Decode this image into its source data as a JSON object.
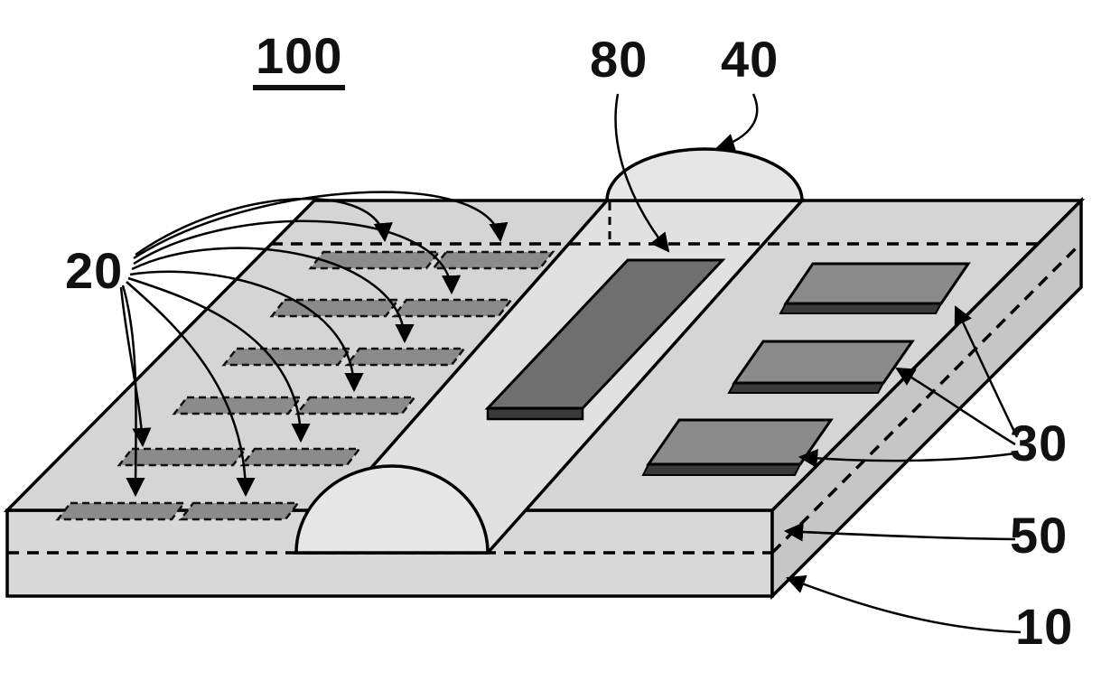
{
  "figure": {
    "labels": {
      "ref100": "100",
      "ref80": "80",
      "ref40": "40",
      "ref20": "20",
      "ref30": "30",
      "ref50": "50",
      "ref10": "10"
    },
    "colors": {
      "background": "#ffffff",
      "line": "#000000",
      "slab_top": "#d5d5d5",
      "slab_front": "#d8d8d8",
      "slab_side": "#c6c6c6",
      "ridge": "#e1e1e1",
      "dome": "#e6e6e6",
      "pad_dark": "#8b8b8b",
      "pad_edge": "#3a3a3a",
      "stripe": "#6f6f6f",
      "stripe_edge": "#3a3a3a"
    }
  }
}
